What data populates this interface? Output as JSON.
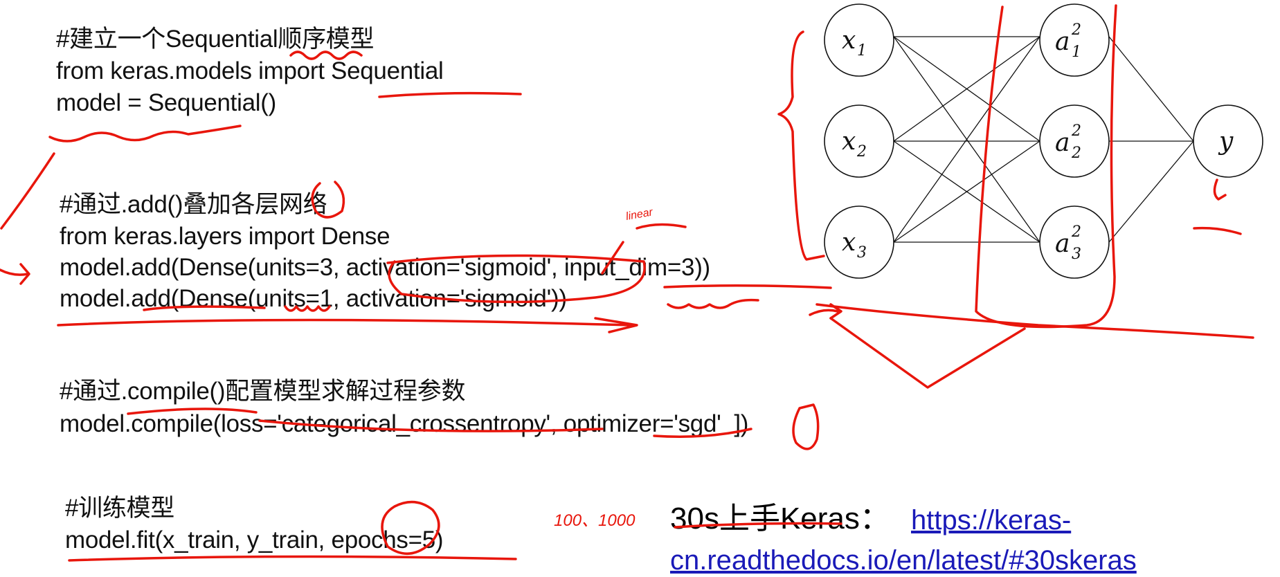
{
  "code_blocks": [
    {
      "comment": "#建立一个Sequential顺序模型",
      "lines": [
        "from keras.models import Sequential",
        "model = Sequential()"
      ]
    },
    {
      "comment": "#通过.add()叠加各层网络",
      "lines": [
        "from keras.layers import Dense",
        "model.add(Dense(units=3, activation='sigmoid', input_dim=3))",
        "model.add(Dense(units=1, activation='sigmoid'))"
      ]
    },
    {
      "comment": "#通过.compile()配置模型求解过程参数",
      "lines": [
        "model.compile(loss='categorical_crossentropy', optimizer='sgd'  ])"
      ]
    },
    {
      "comment": "#训练模型",
      "lines": [
        "model.fit(x_train, y_train, epochs=5)"
      ]
    }
  ],
  "reference": {
    "title": "30s上手Keras：",
    "link_line1": "https://keras-",
    "link_line2": "cn.readthedocs.io/en/latest/#30skeras"
  },
  "network": {
    "inputs": [
      {
        "base": "x",
        "sub": "1"
      },
      {
        "base": "x",
        "sub": "2"
      },
      {
        "base": "x",
        "sub": "3"
      }
    ],
    "hidden": [
      {
        "base": "a",
        "sub": "1",
        "sup": "2"
      },
      {
        "base": "a",
        "sub": "2",
        "sup": "2"
      },
      {
        "base": "a",
        "sub": "3",
        "sup": "2"
      }
    ],
    "output": {
      "base": "y"
    }
  },
  "annotations": {
    "handwritten_linear": "linear",
    "handwritten_epochs": "100、1000"
  },
  "colors": {
    "annotation": "#e8160c",
    "link": "#1a1ab8"
  }
}
